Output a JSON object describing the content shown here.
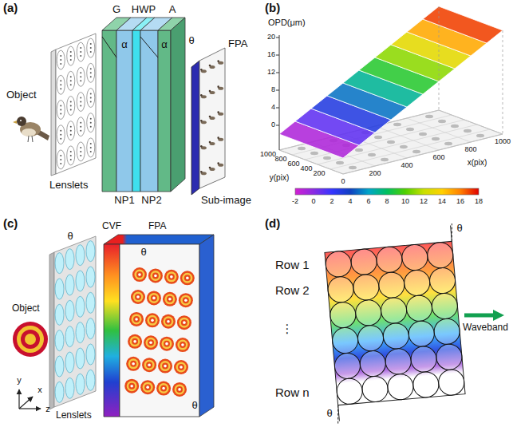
{
  "diagram": {
    "labels": [
      "(a)",
      "Object",
      "Lenslets",
      "G",
      "HWP",
      "A",
      "α",
      "α",
      "θ",
      "FPA",
      "NP1",
      "NP2",
      "Sub-image",
      "(b)",
      "OPD(μm)",
      "0",
      "4",
      "8",
      "12",
      "16",
      "20",
      "0",
      "200",
      "400",
      "600",
      "800",
      "1000",
      "200",
      "400",
      "600",
      "800",
      "1000",
      "x(pix)",
      "y(pix)",
      "-2",
      "0",
      "2",
      "4",
      "6",
      "8",
      "10",
      "12",
      "14",
      "16",
      "18",
      "(c)",
      "Object",
      "Lenslets",
      "CVF",
      "FPA",
      "θ",
      "θ",
      "θ",
      "y",
      "x",
      "z",
      "(d)",
      "θ",
      "Row 1",
      "Row 2",
      "⋮",
      "Row n",
      "θ",
      "Waveband"
    ]
  }
}
